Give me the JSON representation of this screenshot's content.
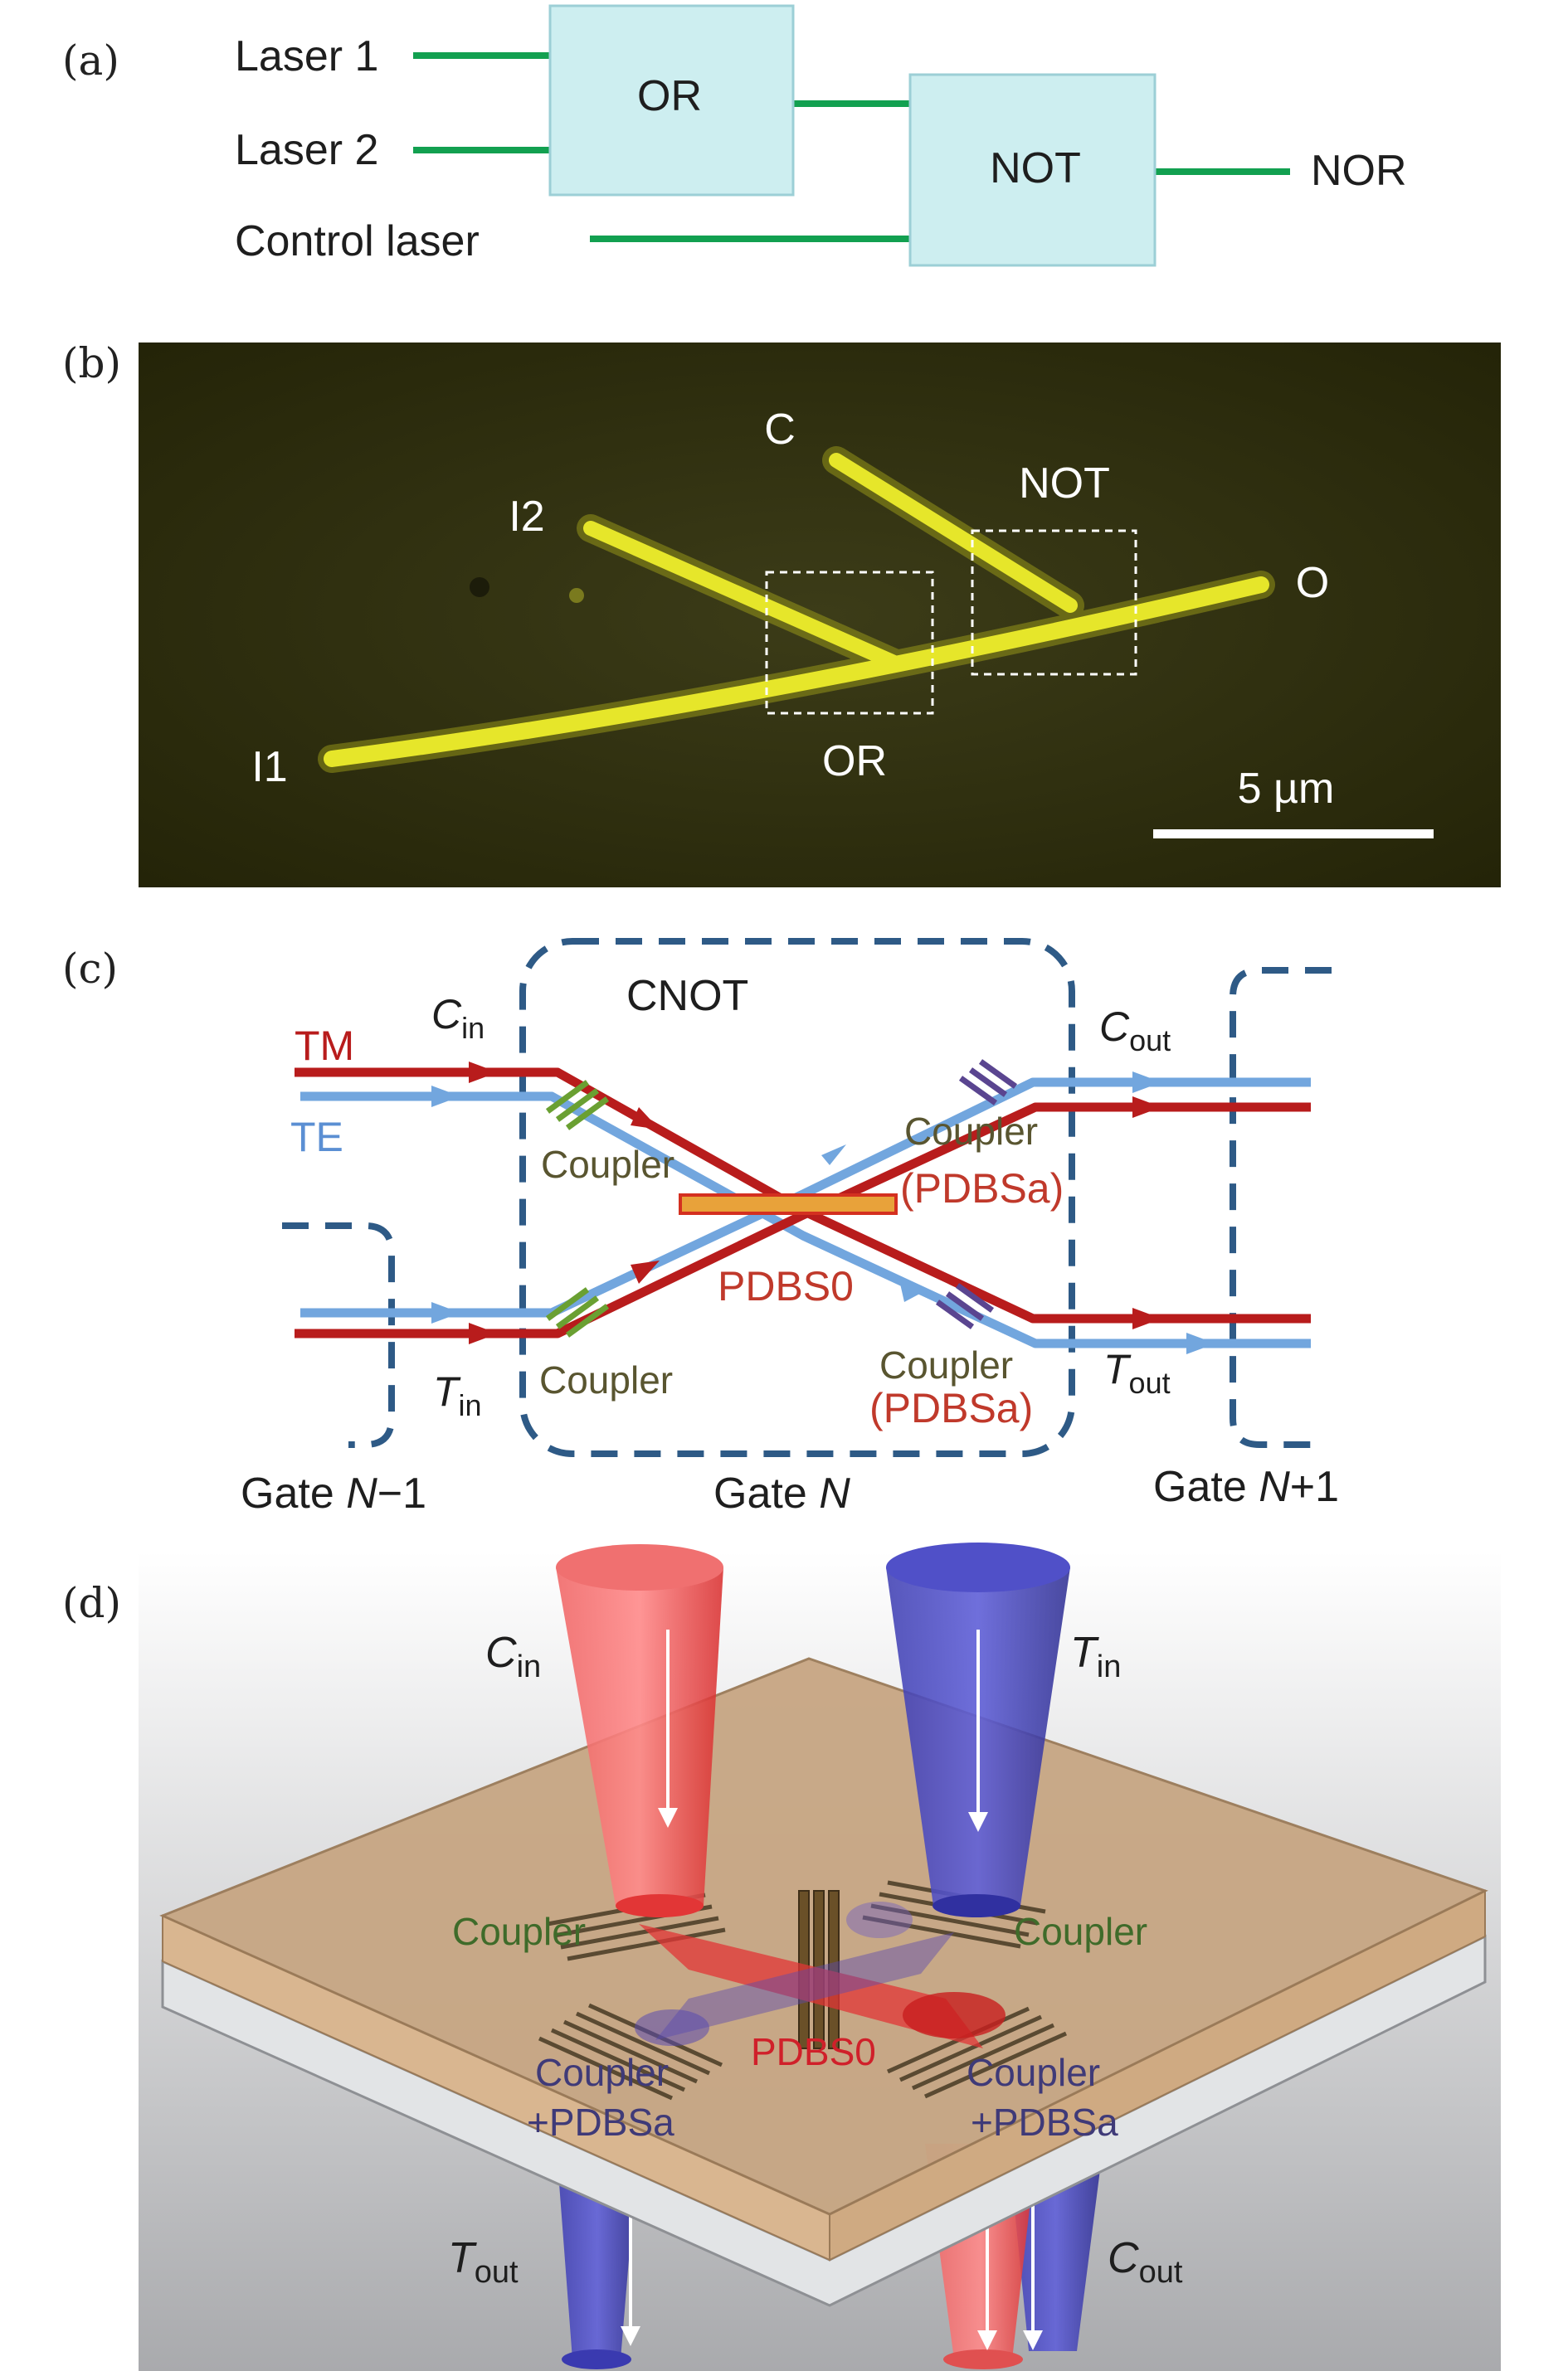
{
  "panels": {
    "a": {
      "label": "(a)",
      "inputs": [
        "Laser 1",
        "Laser 2",
        "Control laser"
      ],
      "or_gate": "OR",
      "not_gate": "NOT",
      "output": "NOR"
    },
    "b": {
      "label": "(b)",
      "ends": {
        "c": "C",
        "i2": "I2",
        "i1": "I1",
        "o": "O"
      },
      "not_box": "NOT",
      "or_box": "OR",
      "scale_bar": "5 µm"
    },
    "c": {
      "label": "(c)",
      "cnot": "CNOT",
      "tm": "TM",
      "te": "TE",
      "c_in": {
        "base": "C",
        "sub": "in"
      },
      "c_out": {
        "base": "C",
        "sub": "out"
      },
      "t_in": {
        "base": "T",
        "sub": "in"
      },
      "t_out": {
        "base": "T",
        "sub": "out"
      },
      "coupler": "Coupler",
      "pdbsa": "(PDBSa)",
      "pdbs0": "PDBS0",
      "gate_prev": {
        "pre": "Gate ",
        "n": "N",
        "post": "−1"
      },
      "gate_cur": {
        "pre": "Gate ",
        "n": "N",
        "post": ""
      },
      "gate_next": {
        "pre": "Gate ",
        "n": "N",
        "post": "+1"
      }
    },
    "d": {
      "label": "(d)",
      "c_in": {
        "base": "C",
        "sub": "in"
      },
      "t_in": {
        "base": "T",
        "sub": "in"
      },
      "t_out": {
        "base": "T",
        "sub": "out"
      },
      "c_out": {
        "base": "C",
        "sub": "out"
      },
      "coupler": "Coupler",
      "coupler_lines": [
        "Coupler",
        "+PDBSa"
      ],
      "pdbs0": "PDBS0"
    }
  },
  "colors": {
    "wire_green": "#12a050",
    "gate_fill": "#cdeef0",
    "gate_stroke": "#9ccfd6",
    "micro_bg": "#2f2f10",
    "nanowire": "#e6e62a",
    "tm_red": "#b81c1c",
    "te_blue": "#72a6de",
    "gate_dash": "#2e5a86",
    "chip_top": "#c7a683",
    "beam_red": "#e23636",
    "beam_blue": "#2e2e9e"
  }
}
